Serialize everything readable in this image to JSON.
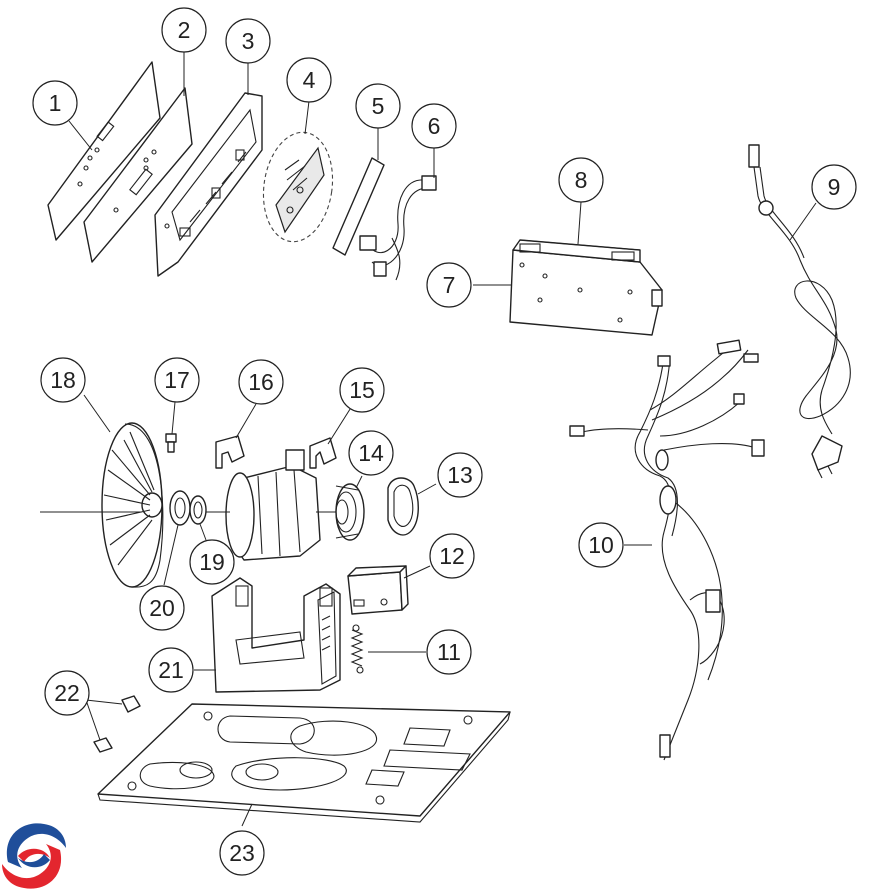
{
  "diagram": {
    "callouts": [
      {
        "id": "1",
        "label": "1"
      },
      {
        "id": "2",
        "label": "2"
      },
      {
        "id": "3",
        "label": "3"
      },
      {
        "id": "4",
        "label": "4"
      },
      {
        "id": "5",
        "label": "5"
      },
      {
        "id": "6",
        "label": "6"
      },
      {
        "id": "7",
        "label": "7"
      },
      {
        "id": "8",
        "label": "8"
      },
      {
        "id": "9",
        "label": "9"
      },
      {
        "id": "10",
        "label": "10"
      },
      {
        "id": "11",
        "label": "11"
      },
      {
        "id": "12",
        "label": "12"
      },
      {
        "id": "13",
        "label": "13"
      },
      {
        "id": "14",
        "label": "14"
      },
      {
        "id": "15",
        "label": "15"
      },
      {
        "id": "16",
        "label": "16"
      },
      {
        "id": "17",
        "label": "17"
      },
      {
        "id": "18",
        "label": "18"
      },
      {
        "id": "19",
        "label": "19"
      },
      {
        "id": "20",
        "label": "20"
      },
      {
        "id": "21",
        "label": "21"
      },
      {
        "id": "22",
        "label": "22"
      },
      {
        "id": "23",
        "label": "23"
      }
    ]
  },
  "colors": {
    "line": "#222222",
    "logo_red": "#e3262e",
    "logo_blue": "#1f4e9a"
  },
  "logo": {
    "icon": "brand-logo-icon"
  }
}
